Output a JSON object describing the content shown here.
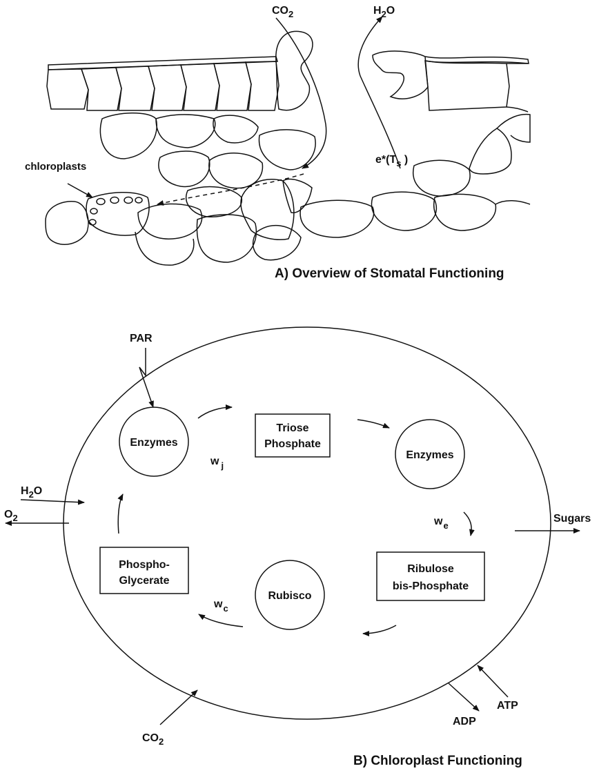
{
  "panel_a": {
    "co2": {
      "main": "CO",
      "sub": "2"
    },
    "h2o": {
      "pre": "H",
      "sub": "2",
      "post": "O"
    },
    "chloroplasts_label": "chloroplasts",
    "es_label": {
      "pre": "e*(T",
      "sub": "s",
      "post": " )"
    },
    "caption": "A) Overview of Stomatal Functioning"
  },
  "panel_b": {
    "par_label": "PAR",
    "nodes": {
      "enzymes_left": "Enzymes",
      "triose": [
        "Triose",
        "Phosphate"
      ],
      "enzymes_right": "Enzymes",
      "ribulose": [
        "Ribulose",
        "bis-Phosphate"
      ],
      "rubisco": "Rubisco",
      "phospho": [
        "Phospho-",
        "Glycerate"
      ]
    },
    "rates": {
      "wj": {
        "main": "w",
        "sub": "j"
      },
      "we": {
        "main": "w",
        "sub": "e"
      },
      "wc": {
        "main": "w",
        "sub": "c"
      }
    },
    "h2o_in": {
      "pre": "H",
      "sub": "2",
      "post": "O"
    },
    "o2_out": {
      "main": "O",
      "sub": "2"
    },
    "sugars": "Sugars",
    "co2_in": {
      "main": "CO",
      "sub": "2"
    },
    "atp": "ATP",
    "adp": "ADP",
    "caption": "B) Chloroplast Functioning"
  }
}
